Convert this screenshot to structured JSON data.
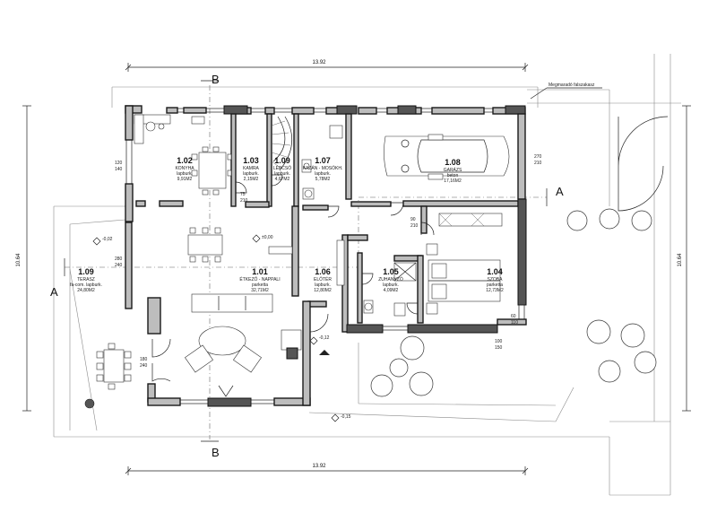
{
  "plan": {
    "overall_width": "13.92",
    "overall_depth": "10.64",
    "section_markers": {
      "a": "A",
      "b": "B"
    },
    "note_top_right": "Megmaradó falszakasz",
    "rooms": [
      {
        "id": "1.01",
        "name": "ÉTKEZŐ - NAPPALI",
        "floor": "parketta",
        "area": "32,71M2"
      },
      {
        "id": "1.02",
        "name": "KONYHA",
        "floor": "lapburk.",
        "area": "9,91M2"
      },
      {
        "id": "1.03",
        "name": "KAMRA",
        "floor": "lapburk.",
        "area": "2,15M2"
      },
      {
        "id": "1.09",
        "name": "LÉPCSŐ",
        "floor": "lapburk.",
        "area": "4,67M2"
      },
      {
        "id": "1.07",
        "name": "KAZÁN - MOSÓKH.",
        "floor": "lapburk.",
        "area": "5,78M2"
      },
      {
        "id": "1.08",
        "name": "GARÁZS",
        "floor": "beton",
        "area": "17,16M2"
      },
      {
        "id": "1.06",
        "name": "ELŐTÉR",
        "floor": "lapburk.",
        "area": "12,80M2"
      },
      {
        "id": "1.05",
        "name": "ZUHANYZÓ",
        "floor": "lapburk.",
        "area": "4,09M2"
      },
      {
        "id": "1.04",
        "name": "SZOBA",
        "floor": "parketta",
        "area": "12,73M2"
      },
      {
        "id": "1.09",
        "name": "TERASZ",
        "floor": "fa-com. lapburk.",
        "area": "24,80M2"
      }
    ],
    "dimensions": {
      "d1": "120",
      "d2": "140",
      "d3": "280",
      "d4": "240",
      "d5": "180",
      "d6": "240",
      "d7": "270",
      "d8": "210",
      "d9": "90",
      "d10": "210",
      "d11": "60",
      "d12": "110",
      "d13": "100",
      "d14": "150",
      "d15": "75",
      "d16": "210"
    },
    "levels": {
      "main": "±0,00",
      "entry": "-0,12",
      "terrace": "-0,02",
      "drop": "-0,15"
    }
  }
}
